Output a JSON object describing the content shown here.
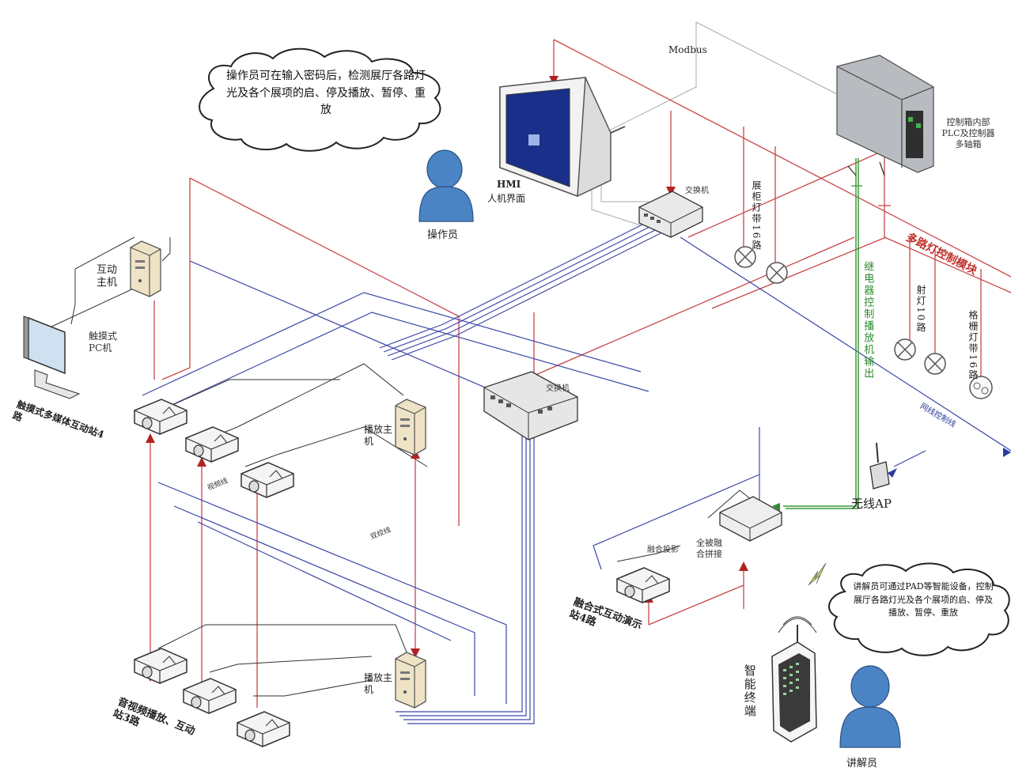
{
  "modbus_label": "Modbus",
  "operator_callout": "操作员可在输入密码后，检测展厅各路灯光及各个展项的启、停及播放、暂停、重放",
  "operator_label": "操作员",
  "hmi_label_1": "HMI",
  "hmi_label_2": "人机界面",
  "plc_label": "控制箱内部PLC及控制器多轴箱",
  "interactive_host_label": "互动主机",
  "touch_pc_label": "触摸式PC机",
  "touch_station_label": "触摸式多媒体互动站4路",
  "play_host_label": "播放主机",
  "play_host2_label": "播放主机",
  "switch_small_label": "交换机",
  "switch_big_label": "交换机",
  "wireless_ap_label": "无线AP",
  "smart_terminal_label": "智能终端",
  "narrator_label": "讲解员",
  "narrator_callout": "讲解员可通过PAD等智能设备，控制展厅各路灯光及各个展项的启、停及播放、暂停、重放",
  "lights_16_label": "展柜灯带16路",
  "lights_10_label": "射灯10路",
  "lights_16b_label": "格栅灯带16路",
  "multi_control_label": "多路灯控制模块",
  "green_control_label": "继电器控制播放机输出",
  "fusion_box_label": "全被融合拼接",
  "fusion_proj_label": "融合投影",
  "fusion_station_label": "融合式互动演示站4路",
  "projector_group_label": "音视频播放、互动站3路",
  "network_cable_label": "双绞线",
  "video_cable_label": "视频线",
  "blue_cable_label": "网线控制线",
  "colors": {
    "red_line": "#c8474a",
    "blue_line": "#3b48a8",
    "green_line": "#3a9a3a",
    "gray_line": "#9a9a9a"
  }
}
